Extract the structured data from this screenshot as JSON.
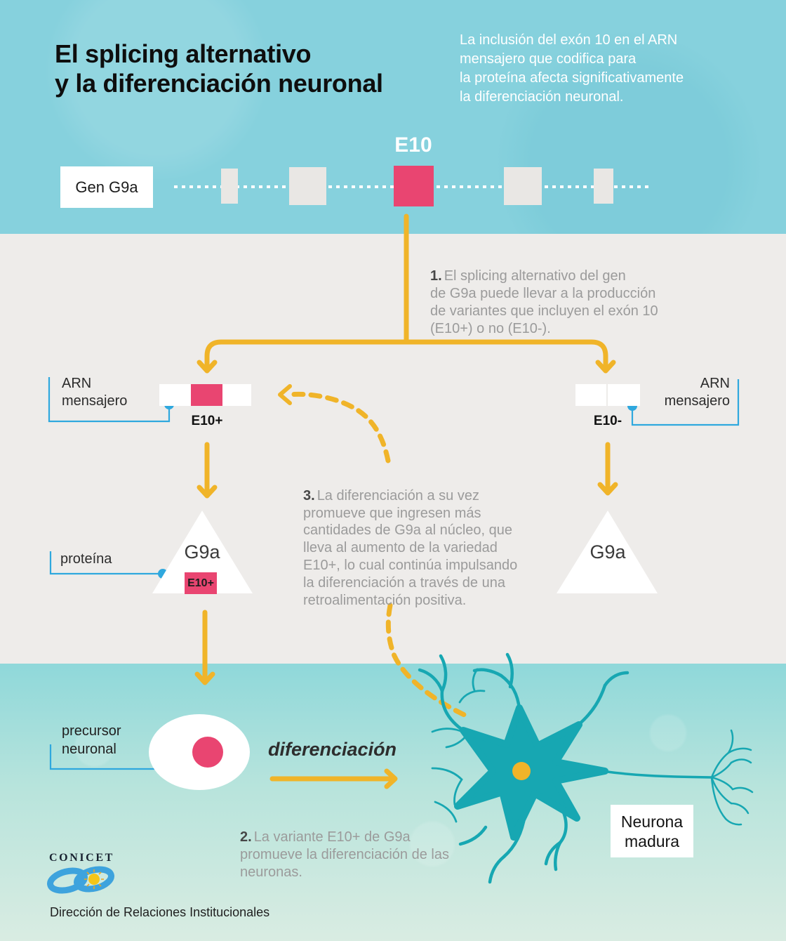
{
  "header": {
    "title": "El splicing alternativo\ny la diferenciación neuronal",
    "intro": "La inclusión del exón 10 en el ARN\nmensajero que codifica para\nla proteína afecta significativamente\nla diferenciación neuronal."
  },
  "gene": {
    "label": "Gen G9a",
    "exon_label": "E10"
  },
  "steps": {
    "step1": {
      "num": "1.",
      "text": "El splicing alternativo del gen\nde G9a puede llevar a la producción\nde variantes que incluyen el exón 10\n(E10+) o no (E10-)."
    },
    "step2": {
      "num": "2.",
      "text": "La variante E10+ de G9a\npromueve la diferenciación de las\nneuronas."
    },
    "step3": {
      "num": "3.",
      "text": "La diferenciación a su vez\npromueve que ingresen más\ncantidades de G9a al núcleo, que\nlleva al aumento de la variedad\nE10+, lo cual continúa impulsando\nla diferenciación a través de una\nretroalimentación positiva."
    }
  },
  "mrna": {
    "left_label": "ARN\nmensajero",
    "left_variant": "E10+",
    "right_label": "ARN\nmensajero",
    "right_variant": "E10-"
  },
  "protein": {
    "label": "proteína",
    "left_name": "G9a",
    "left_tag": "E10+",
    "right_name": "G9a"
  },
  "bottom": {
    "precursor_label": "precursor\nneuronal",
    "differentiation_label": "diferenciación",
    "neuron_label": "Neurona\nmadura"
  },
  "footer": {
    "org": "CONICET",
    "department": "Dirección de Relaciones Institucionales"
  },
  "colors": {
    "accent_pink": "#e94571",
    "accent_yellow": "#f0b429",
    "pointer_blue": "#2fa8de",
    "neuron_teal": "#17a7b2",
    "band_top_teal": "#86d1dd",
    "band_middle_gray": "#eeecea",
    "band_bottom_mint": "#d9ece2"
  }
}
